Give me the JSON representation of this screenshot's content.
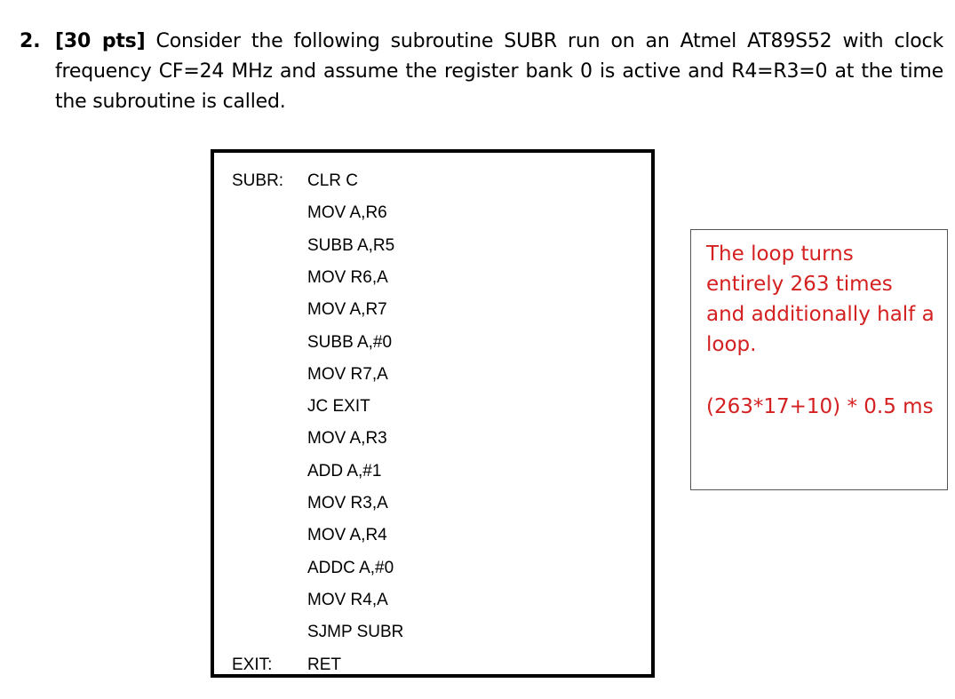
{
  "question": {
    "number": "2.",
    "points": "[30 pts]",
    "text": "Consider the following subroutine SUBR run on an Atmel AT89S52 with clock frequency CF=24 MHz and assume the register bank 0 is active and R4=R3=0 at the time the subroutine is called."
  },
  "code": {
    "lines": [
      {
        "label": "SUBR:",
        "instr": "CLR C"
      },
      {
        "label": "",
        "instr": "MOV A,R6"
      },
      {
        "label": "",
        "instr": "SUBB A,R5"
      },
      {
        "label": "",
        "instr": "MOV R6,A"
      },
      {
        "label": "",
        "instr": "MOV A,R7"
      },
      {
        "label": "",
        "instr": "SUBB A,#0"
      },
      {
        "label": "",
        "instr": "MOV R7,A"
      },
      {
        "label": "",
        "instr": "JC EXIT"
      },
      {
        "label": "",
        "instr": "MOV A,R3"
      },
      {
        "label": "",
        "instr": "ADD A,#1"
      },
      {
        "label": "",
        "instr": "MOV R3,A"
      },
      {
        "label": "",
        "instr": "MOV A,R4"
      },
      {
        "label": "",
        "instr": "ADDC A,#0"
      },
      {
        "label": "",
        "instr": "MOV R4,A"
      },
      {
        "label": "",
        "instr": "SJMP SUBR"
      },
      {
        "label": "EXIT:",
        "instr": "RET"
      }
    ]
  },
  "note": {
    "text": "The loop turns entirely 263 times and additionally half a loop.",
    "formula": "(263*17+10) * 0.5 ms",
    "color": "#d42020"
  }
}
